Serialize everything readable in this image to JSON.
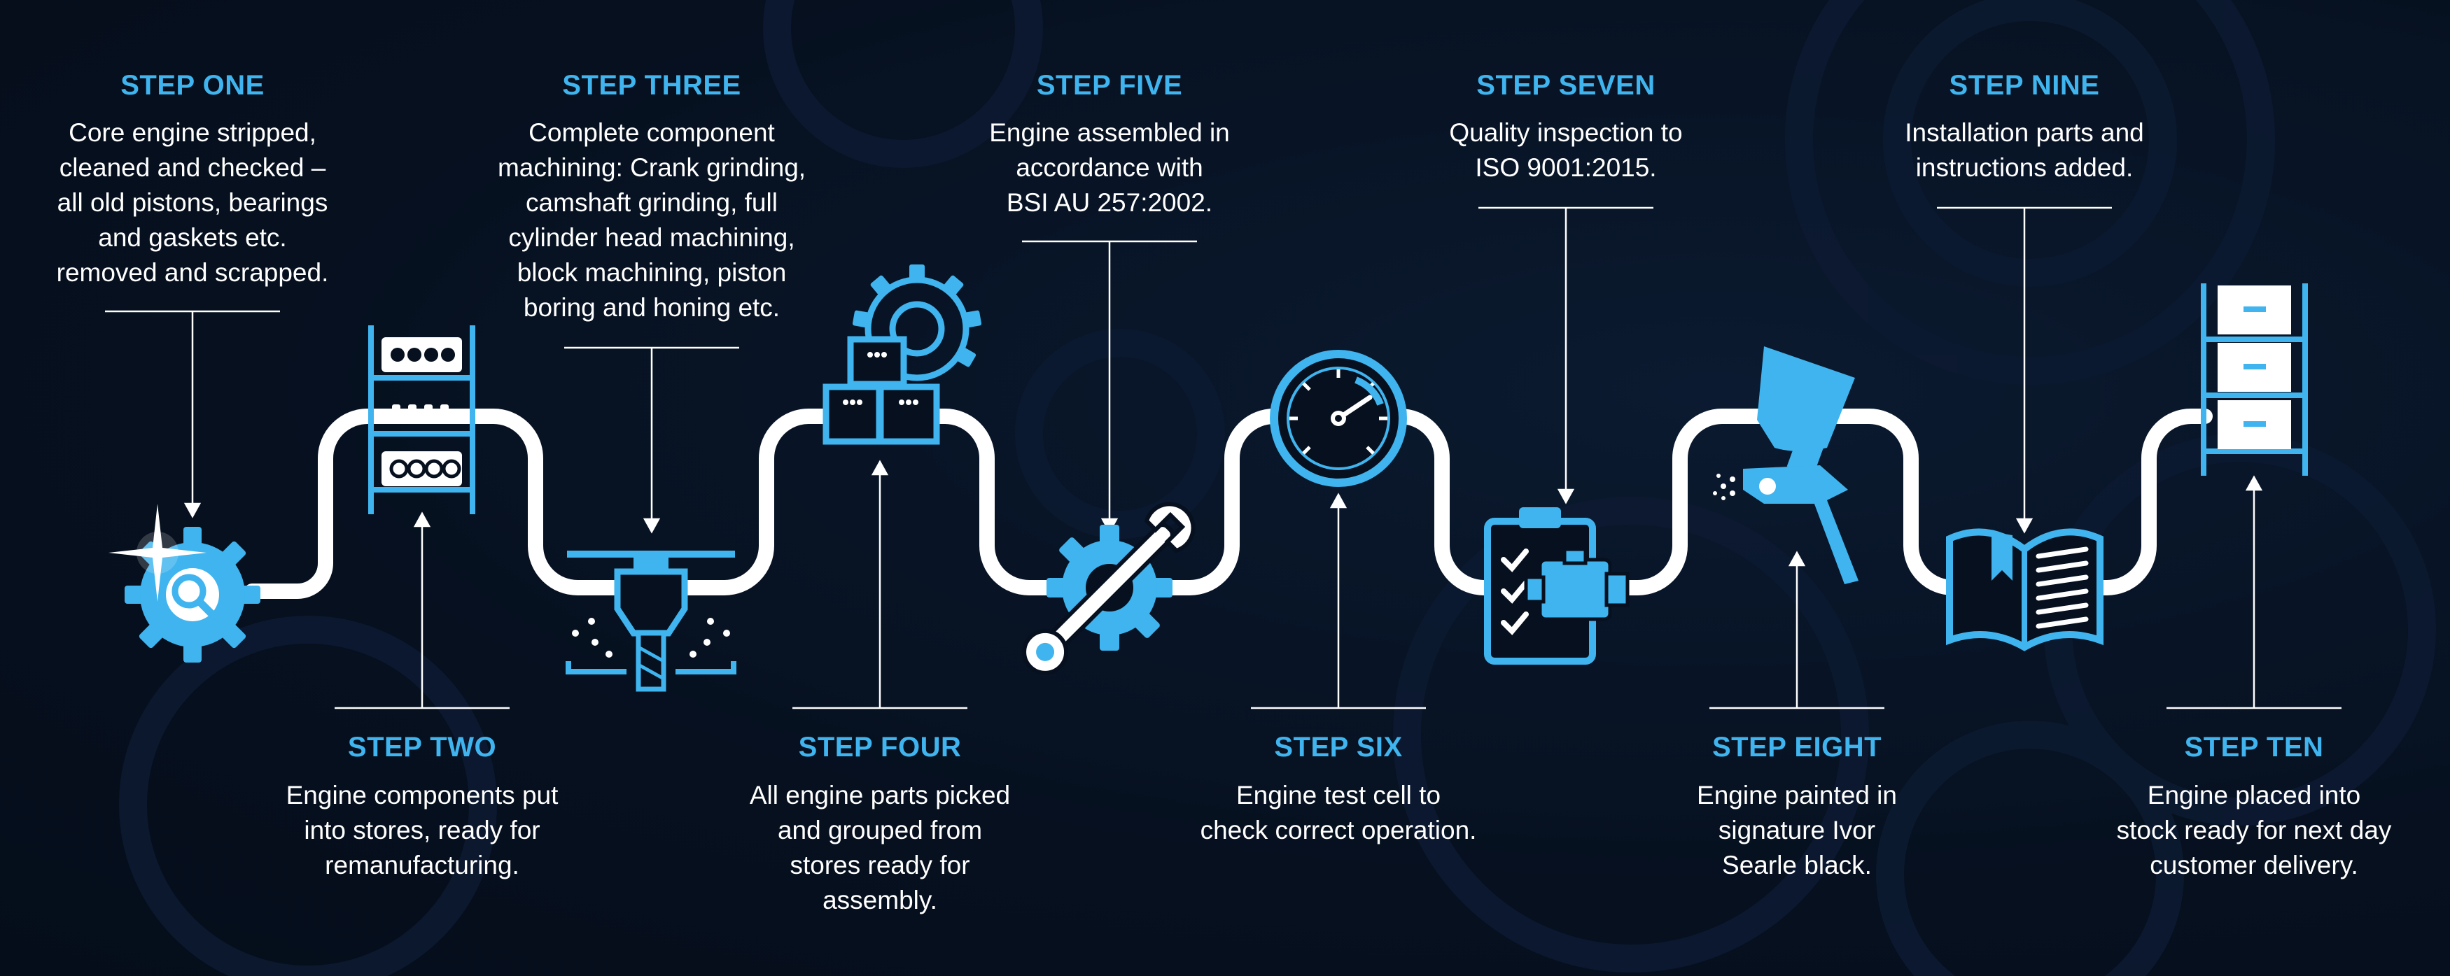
{
  "colors": {
    "background": "#06101f",
    "accent": "#3fb4ee",
    "text": "#ffffff",
    "track": "#ffffff",
    "watermark": "#0d1c33"
  },
  "steps": [
    {
      "title": "STEP ONE",
      "description": "Core engine stripped,\ncleaned and checked –\nall old pistons, bearings\nand gaskets etc.\nremoved and scrapped.",
      "icon": "gear-search-sparkle-icon"
    },
    {
      "title": "STEP TWO",
      "description": "Engine components put\ninto stores, ready for\nremanufacturing.",
      "icon": "parts-rack-icon"
    },
    {
      "title": "STEP THREE",
      "description": "Complete component\nmachining: Crank grinding,\ncamshaft grinding, full\ncylinder head machining,\nblock machining, piston\nboring and honing etc.",
      "icon": "drill-press-icon"
    },
    {
      "title": "STEP FOUR",
      "description": "All engine parts picked\nand grouped from\nstores ready for\nassembly.",
      "icon": "boxes-gear-icon"
    },
    {
      "title": "STEP FIVE",
      "description": "Engine assembled in\naccordance with\nBSI AU 257:2002.",
      "icon": "wrench-gear-icon"
    },
    {
      "title": "STEP SIX",
      "description": "Engine test cell to\ncheck correct operation.",
      "icon": "speedometer-icon"
    },
    {
      "title": "STEP SEVEN",
      "description": "Quality inspection to\nISO 9001:2015.",
      "icon": "checklist-engine-icon"
    },
    {
      "title": "STEP EIGHT",
      "description": "Engine painted in\nsignature Ivor\nSearle black.",
      "icon": "spray-gun-icon"
    },
    {
      "title": "STEP NINE",
      "description": "Installation parts and\ninstructions added.",
      "icon": "open-book-icon"
    },
    {
      "title": "STEP TEN",
      "description": "Engine placed into\nstock ready for next day\ncustomer delivery.",
      "icon": "stock-shelf-icon"
    }
  ]
}
